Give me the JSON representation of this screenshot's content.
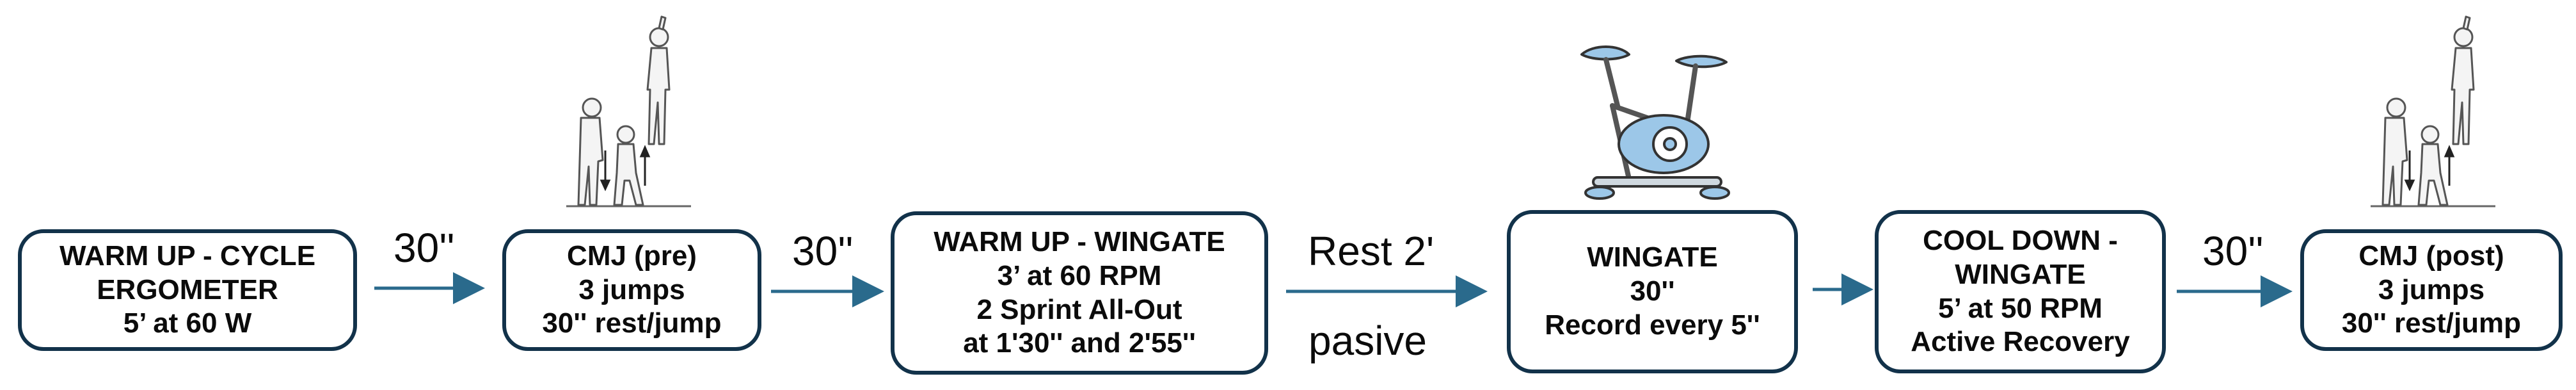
{
  "steps": [
    {
      "id": "warmup-cycle",
      "lines": [
        "WARM UP - CYCLE",
        "ERGOMETER",
        "5’ at 60 W"
      ]
    },
    {
      "id": "cmj-pre",
      "lines": [
        "CMJ (pre)",
        "3 jumps",
        "30'' rest/jump"
      ]
    },
    {
      "id": "warmup-wingate",
      "lines": [
        "WARM UP - WINGATE",
        "3’ at 60 RPM",
        "2 Sprint All-Out",
        "at 1'30'' and 2'55''"
      ]
    },
    {
      "id": "wingate",
      "lines": [
        "WINGATE",
        "30''",
        "Record every 5''"
      ]
    },
    {
      "id": "cooldown-wingate",
      "lines": [
        "COOL DOWN -",
        "WINGATE",
        "5’ at 50 RPM",
        "Active Recovery"
      ]
    },
    {
      "id": "cmj-post",
      "lines": [
        "CMJ (post)",
        "3 jumps",
        "30'' rest/jump"
      ]
    }
  ],
  "transitions": [
    {
      "lines": [
        "30''"
      ]
    },
    {
      "lines": [
        "30''"
      ]
    },
    {
      "lines": [
        "Rest 2'",
        "pasive"
      ]
    },
    {
      "lines": []
    },
    {
      "lines": [
        "30''"
      ]
    }
  ],
  "colors": {
    "box_border": "#12324a",
    "arrow": "#2a6a8c",
    "bike_blue": "#9cc7e8",
    "text": "#0b0b0b"
  },
  "icons": [
    "jumping-figures-icon",
    "exercise-bike-icon",
    "jumping-figures-icon"
  ]
}
